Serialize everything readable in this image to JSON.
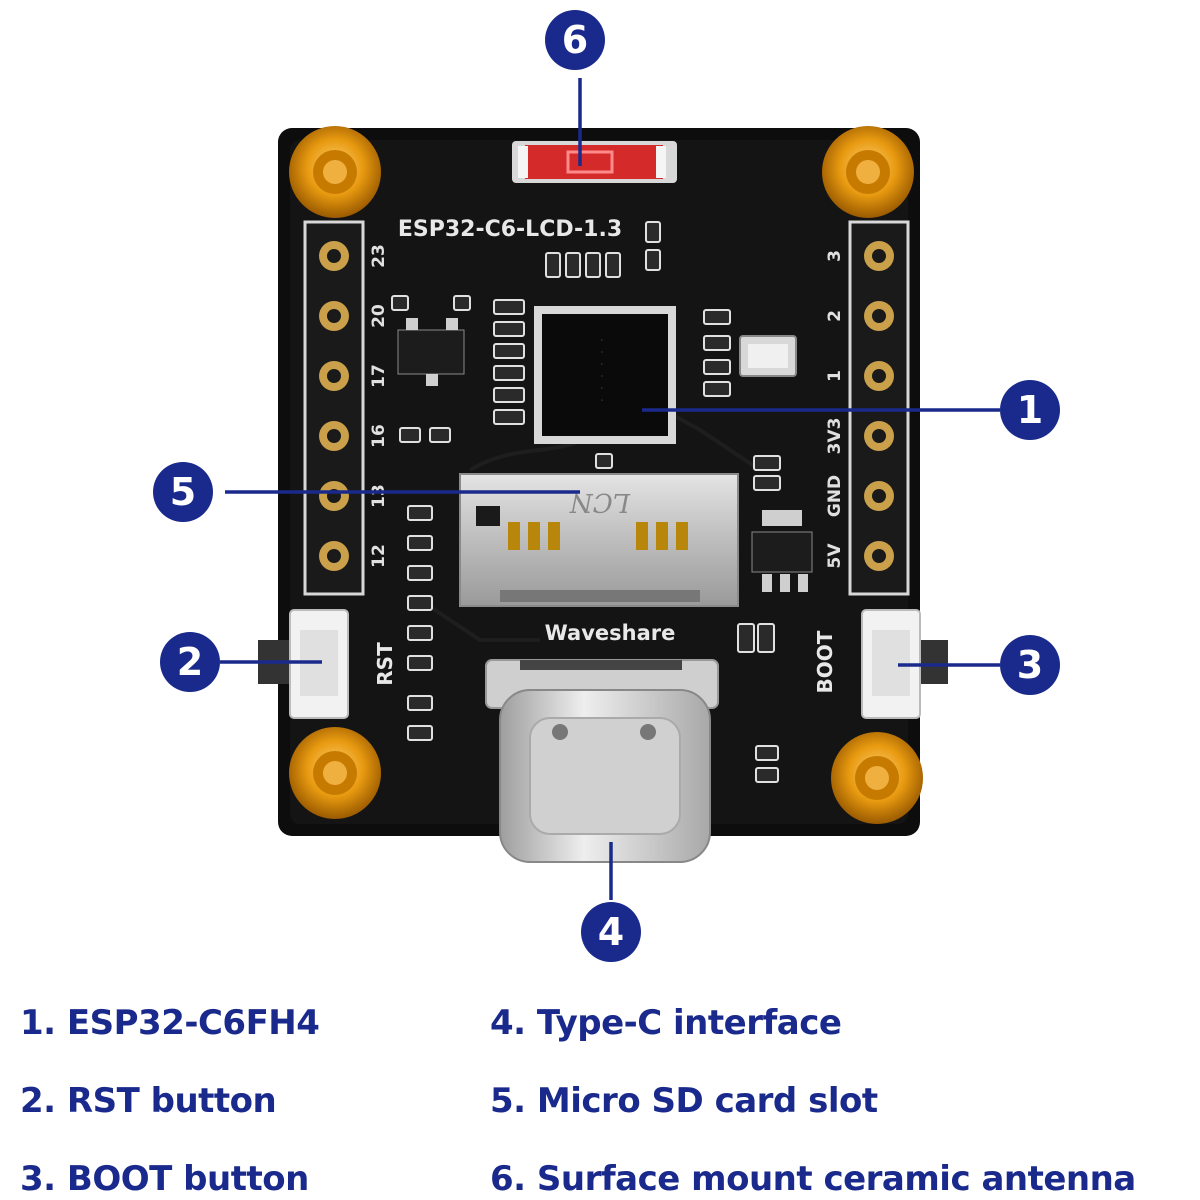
{
  "board": {
    "silkscreen_title": "ESP32-C6-LCD-1.3",
    "brand": "Waveshare",
    "left_pins": [
      "23",
      "20",
      "17",
      "16",
      "13",
      "12"
    ],
    "right_pins": [
      "3",
      "2",
      "1",
      "3V3",
      "GND",
      "5V"
    ],
    "rst_label": "RST",
    "boot_label": "BOOT",
    "sd_marking": "LCN"
  },
  "callouts": [
    {
      "number": "1"
    },
    {
      "number": "2"
    },
    {
      "number": "3"
    },
    {
      "number": "4"
    },
    {
      "number": "5"
    },
    {
      "number": "6"
    }
  ],
  "legend": [
    {
      "text": "1. ESP32-C6FH4"
    },
    {
      "text": "2. RST button"
    },
    {
      "text": "3. BOOT button"
    },
    {
      "text": "4. Type-C interface"
    },
    {
      "text": "5. Micro SD card slot"
    },
    {
      "text": "6. Surface mount ceramic antenna"
    }
  ],
  "colors": {
    "callout_blue": "#1a2a8c",
    "pcb": "#111111",
    "brass": "#e8a010",
    "silkscreen": "#e8e8e8"
  }
}
